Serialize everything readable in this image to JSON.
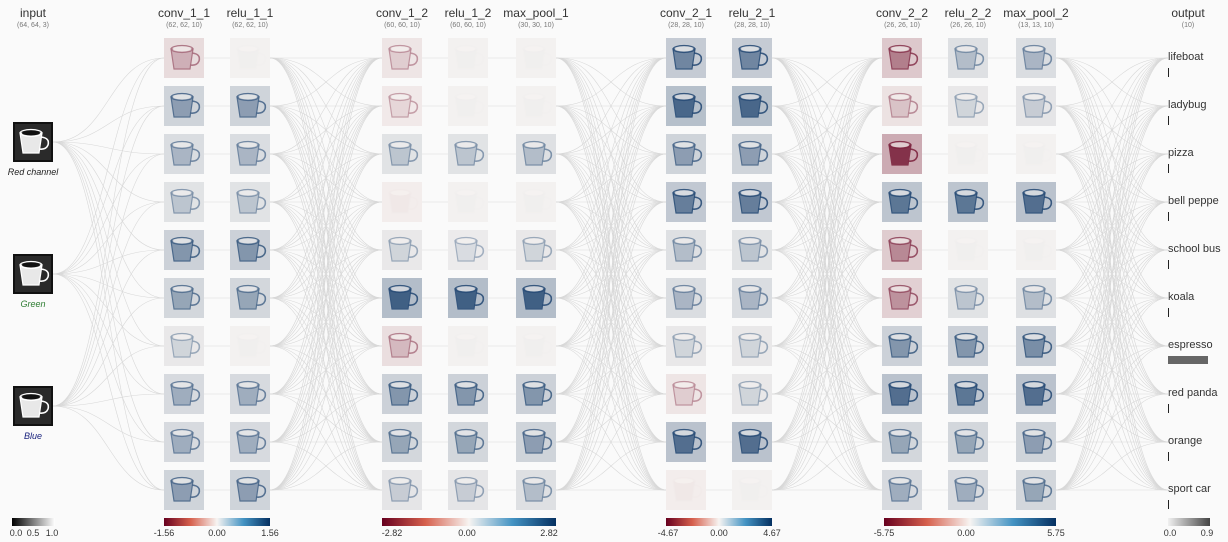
{
  "columns": [
    {
      "name": "input",
      "shape": "(64, 64, 3)"
    },
    {
      "name": "conv_1_1",
      "shape": "(62, 62, 10)"
    },
    {
      "name": "relu_1_1",
      "shape": "(62, 62, 10)"
    },
    {
      "name": "conv_1_2",
      "shape": "(60, 60, 10)"
    },
    {
      "name": "relu_1_2",
      "shape": "(60, 60, 10)"
    },
    {
      "name": "max_pool_1",
      "shape": "(30, 30, 10)"
    },
    {
      "name": "conv_2_1",
      "shape": "(28, 28, 10)"
    },
    {
      "name": "relu_2_1",
      "shape": "(28, 28, 10)"
    },
    {
      "name": "conv_2_2",
      "shape": "(26, 26, 10)"
    },
    {
      "name": "relu_2_2",
      "shape": "(26, 26, 10)"
    },
    {
      "name": "max_pool_2",
      "shape": "(13, 13, 10)"
    },
    {
      "name": "output",
      "shape": "(10)"
    }
  ],
  "input_channels": [
    {
      "label": "Red channel",
      "color": "#222222"
    },
    {
      "label": "Green",
      "color": "#2e7d32"
    },
    {
      "label": "Blue",
      "color": "#1a237e"
    }
  ],
  "output_classes": [
    {
      "label": "lifeboat",
      "score": 0.0
    },
    {
      "label": "ladybug",
      "score": 0.01
    },
    {
      "label": "pizza",
      "score": 0.0
    },
    {
      "label": "bell peppe",
      "score": 0.02
    },
    {
      "label": "school bus",
      "score": 0.0
    },
    {
      "label": "koala",
      "score": 0.0
    },
    {
      "label": "espresso",
      "score": 0.9
    },
    {
      "label": "red panda",
      "score": 0.0
    },
    {
      "label": "orange",
      "score": 0.03
    },
    {
      "label": "sport car",
      "score": 0.0
    }
  ],
  "scales": {
    "input": {
      "ticks": [
        "0.0",
        "0.5",
        "1.0"
      ]
    },
    "block1": {
      "ticks": [
        "-1.56",
        "0.00",
        "1.56"
      ]
    },
    "block2": {
      "ticks": [
        "-2.82",
        "0.00",
        "2.82"
      ]
    },
    "block3": {
      "ticks": [
        "-4.67",
        "0.00",
        "4.67"
      ]
    },
    "block4": {
      "ticks": [
        "-5.75",
        "0.00",
        "5.75"
      ]
    },
    "output": {
      "ticks": [
        "0.0",
        "0.9"
      ]
    }
  },
  "activations": {
    "conv_1_1": [
      -0.35,
      0.55,
      0.4,
      0.3,
      0.6,
      0.5,
      0.2,
      0.45,
      0.45,
      0.55
    ],
    "relu_1_1": [
      0.05,
      0.55,
      0.4,
      0.3,
      0.6,
      0.5,
      0.05,
      0.45,
      0.45,
      0.55
    ],
    "conv_1_2": [
      -0.2,
      -0.15,
      0.3,
      -0.1,
      0.2,
      0.95,
      -0.3,
      0.6,
      0.5,
      0.25
    ],
    "relu_1_2": [
      0.05,
      0.05,
      0.3,
      0.05,
      0.15,
      0.95,
      0.05,
      0.6,
      0.5,
      0.25
    ],
    "max_pool_1": [
      0.05,
      0.05,
      0.35,
      0.05,
      0.2,
      0.95,
      0.05,
      0.6,
      0.55,
      0.35
    ],
    "conv_2_1": [
      0.7,
      0.9,
      0.55,
      0.75,
      0.35,
      0.4,
      0.2,
      -0.2,
      0.85,
      -0.1
    ],
    "relu_2_1": [
      0.7,
      0.9,
      0.55,
      0.75,
      0.3,
      0.4,
      0.2,
      0.2,
      0.85,
      0.05
    ],
    "conv_2_2": [
      -0.6,
      -0.25,
      -1.0,
      0.8,
      -0.55,
      -0.5,
      0.6,
      0.85,
      0.5,
      0.45
    ],
    "relu_2_2": [
      0.35,
      0.2,
      0.05,
      0.8,
      0.05,
      0.3,
      0.6,
      0.8,
      0.5,
      0.45
    ],
    "max_pool_2": [
      0.4,
      0.25,
      0.05,
      0.85,
      0.05,
      0.35,
      0.65,
      0.85,
      0.55,
      0.5
    ]
  },
  "colors": {
    "negative": "#67001f",
    "neutral": "#f7f4f2",
    "positive": "#053061",
    "edge": "#d8d8d8"
  }
}
